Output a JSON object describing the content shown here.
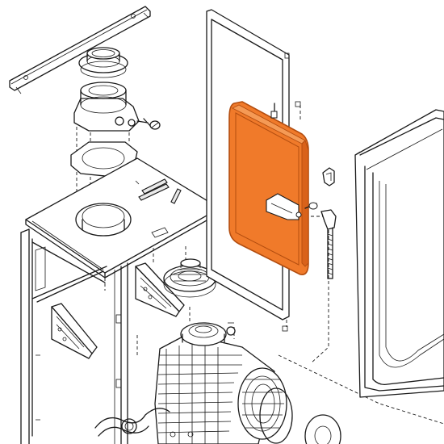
{
  "diagram": {
    "kind": "exploded-view",
    "highlight_color": "#f07a2a",
    "highlight_edge_color": "#b34d0f",
    "line_color": "#1a1a1a",
    "parts": [
      "mounting-rail",
      "flue-collar",
      "flue-adaptor",
      "gasket",
      "top-panel",
      "side-frame",
      "back-frame",
      "expansion-vessel",
      "vessel-hose",
      "front-cover",
      "burner",
      "heat-exchanger",
      "bracket-left",
      "bracket-right",
      "clip"
    ]
  }
}
